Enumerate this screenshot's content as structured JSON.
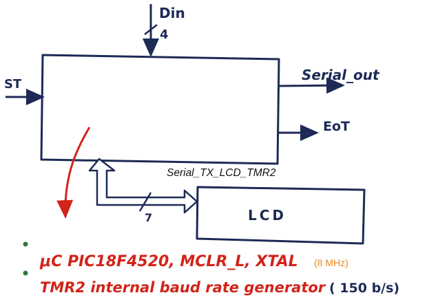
{
  "diagram": {
    "block": {
      "name": "Serial_TX_LCD_TMR2"
    },
    "inputs": {
      "din": "Din",
      "din_width": "4",
      "st": "ST"
    },
    "outputs": {
      "serial_out": "Serial_out",
      "eot": "EoT"
    },
    "lcd": {
      "label": "LCD",
      "bus_width": "7"
    },
    "notes": {
      "line1": "μC PIC18F4520, MCLR_L, XTAL",
      "line1_extra": "(8 MHz)",
      "line2": "TMR2 internal baud rate generator",
      "line2_extra": "( 150 b/s)"
    },
    "colors": {
      "ink": "#1c2a55",
      "red": "#d2241a",
      "orange": "#ec8a1c",
      "bullet": "#2f7a3a"
    }
  }
}
